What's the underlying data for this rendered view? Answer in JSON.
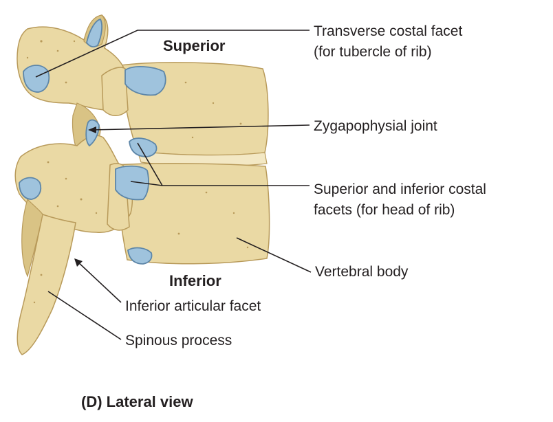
{
  "orientation": {
    "superior": "Superior",
    "inferior": "Inferior"
  },
  "labels": {
    "transverse_line1": "Transverse costal facet",
    "transverse_line2": "(for tubercle of rib)",
    "zygapophysial": "Zygapophysial joint",
    "costal_line1": "Superior and inferior costal",
    "costal_line2": "facets (for head of rib)",
    "vertebral_body": "Vertebral body",
    "inferior_articular": "Inferior articular facet",
    "spinous_process": "Spinous process"
  },
  "caption": "(D) Lateral view",
  "colors": {
    "bone": "#ead9a4",
    "facet": "#9fc3dd",
    "text": "#231f20"
  }
}
